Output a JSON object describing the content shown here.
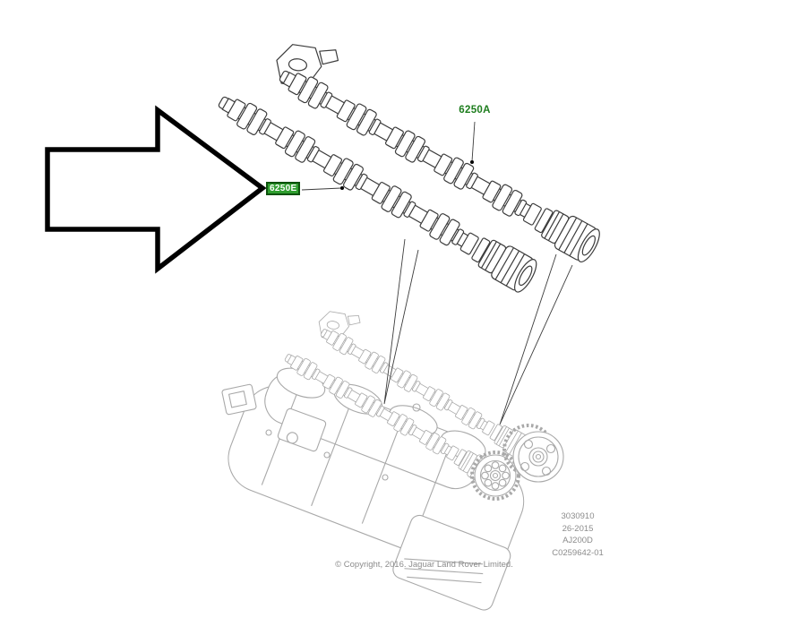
{
  "page": {
    "background": "#ffffff"
  },
  "callouts": {
    "part_a": {
      "label": "6250A",
      "style": "green-text"
    },
    "part_e": {
      "label": "6250E",
      "style": "white-on-green-badge"
    }
  },
  "highlight_arrow": {
    "direction": "right"
  },
  "reference_block": {
    "lines": [
      "3030910",
      "26-2015",
      "AJ200D",
      "C0259642-01"
    ]
  },
  "copyright": "© Copyright, 2016. Jaguar Land Rover Limited.",
  "colors": {
    "accent_green": "#1d7d1d",
    "badge_green": "#2f9e2f",
    "badge_border": "#0d520d",
    "muted_text": "#8c8c8c",
    "line_art": "#3c3c3c",
    "faded_art": "#a9a9a9",
    "arrow_black": "#000000",
    "background": "#ffffff"
  }
}
